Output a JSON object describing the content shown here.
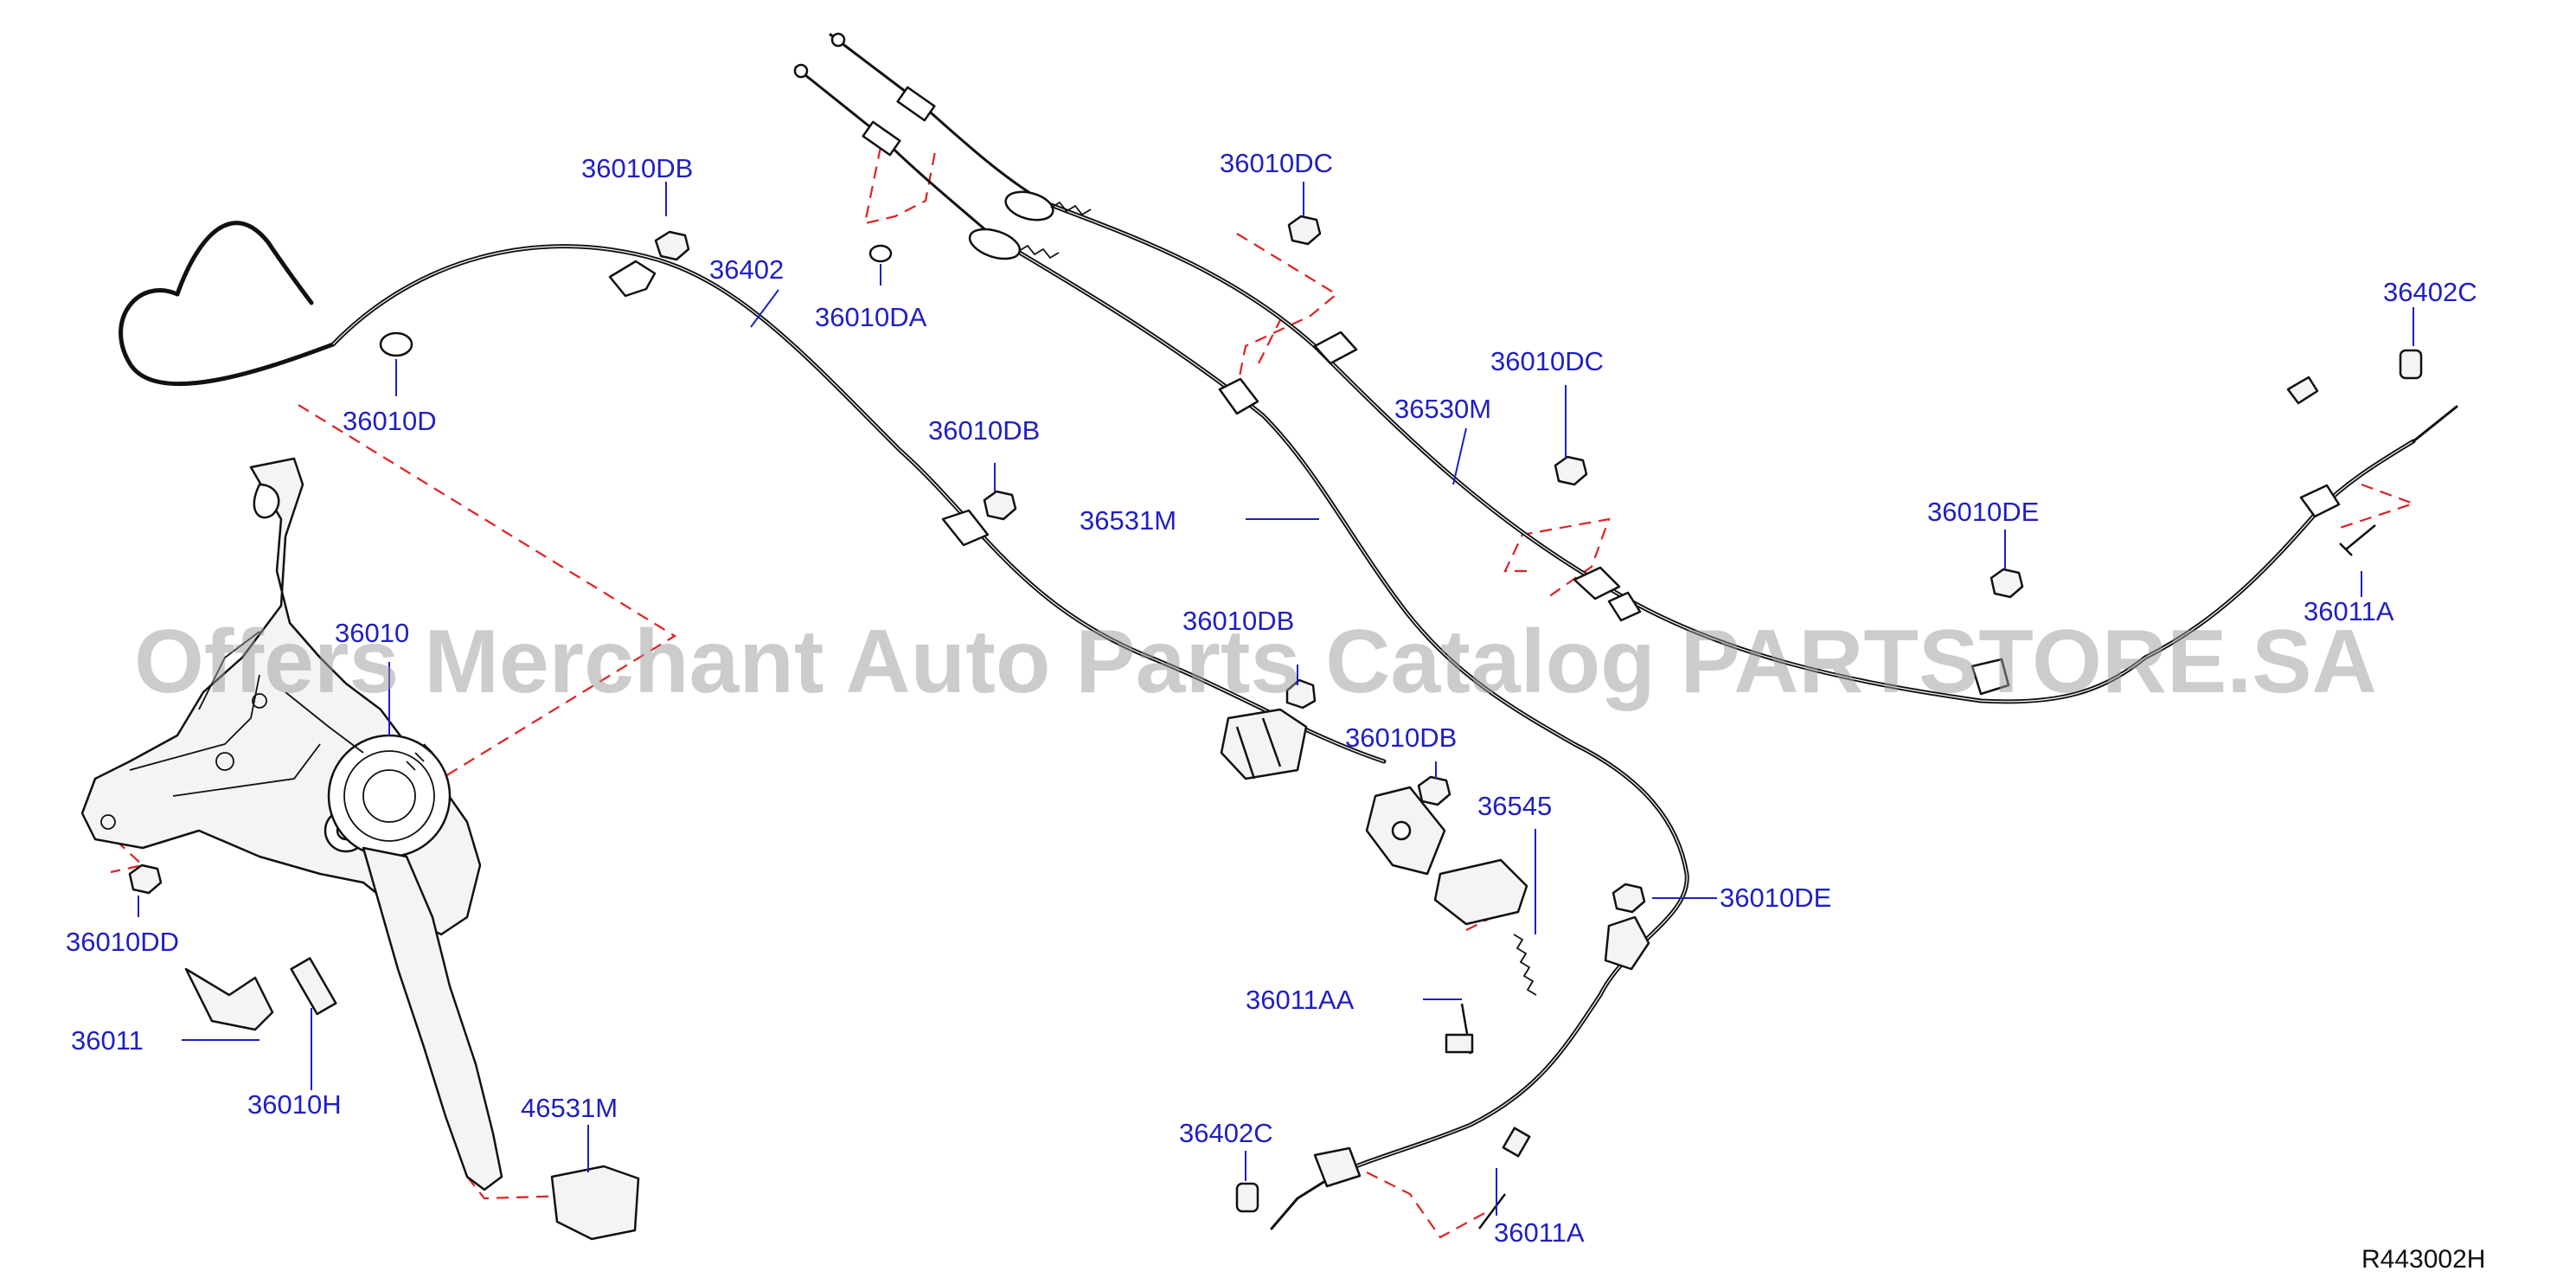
{
  "watermark": "Offers Merchant Auto Parts Catalog PARTSTORE.SA",
  "diagram_code": "R443002H",
  "labels": {
    "l_36010DB_a": "36010DB",
    "l_36402": "36402",
    "l_36010DA": "36010DA",
    "l_36010D": "36010D",
    "l_36010DC_a": "36010DC",
    "l_36010DC_b": "36010DC",
    "l_36530M": "36530M",
    "l_36010DB_b": "36010DB",
    "l_36531M": "36531M",
    "l_36402C_a": "36402C",
    "l_36010DE_a": "36010DE",
    "l_36011A_a": "36011A",
    "l_36010": "36010",
    "l_36010DB_c": "36010DB",
    "l_36010DB_d": "36010DB",
    "l_36545": "36545",
    "l_36010DE_b": "36010DE",
    "l_36010DD": "36010DD",
    "l_36011": "36011",
    "l_36010H": "36010H",
    "l_36011AA": "36011AA",
    "l_46531M": "46531M",
    "l_36402C_b": "36402C",
    "l_36011A_b": "36011A"
  }
}
